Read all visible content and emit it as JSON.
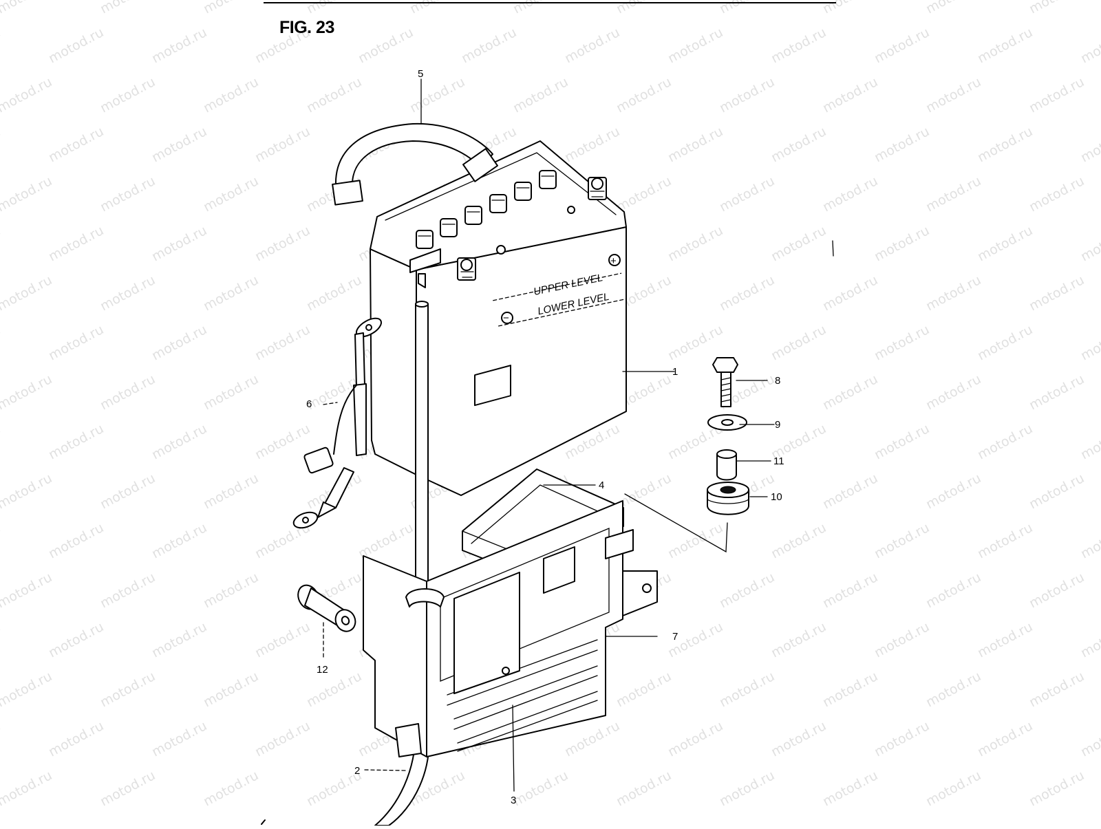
{
  "figure": {
    "title": "FIG. 23",
    "watermark_text": "motod.ru"
  },
  "battery_labels": {
    "upper": "UPPER LEVEL",
    "lower": "LOWER LEVEL",
    "plus": "+",
    "minus": "−"
  },
  "callouts": [
    {
      "id": "1",
      "part": "battery"
    },
    {
      "id": "2",
      "part": "breather-hose"
    },
    {
      "id": "3",
      "part": "lower-case"
    },
    {
      "id": "4",
      "part": "case-pad"
    },
    {
      "id": "5",
      "part": "battery-band"
    },
    {
      "id": "6",
      "part": "lead-wire"
    },
    {
      "id": "7",
      "part": "battery-case"
    },
    {
      "id": "8",
      "part": "bolt"
    },
    {
      "id": "9",
      "part": "washer"
    },
    {
      "id": "10",
      "part": "cushion"
    },
    {
      "id": "11",
      "part": "spacer"
    },
    {
      "id": "12",
      "part": "pin"
    }
  ],
  "colors": {
    "ink": "#000000",
    "paper": "#ffffff",
    "watermark": "#c8c8c8"
  }
}
